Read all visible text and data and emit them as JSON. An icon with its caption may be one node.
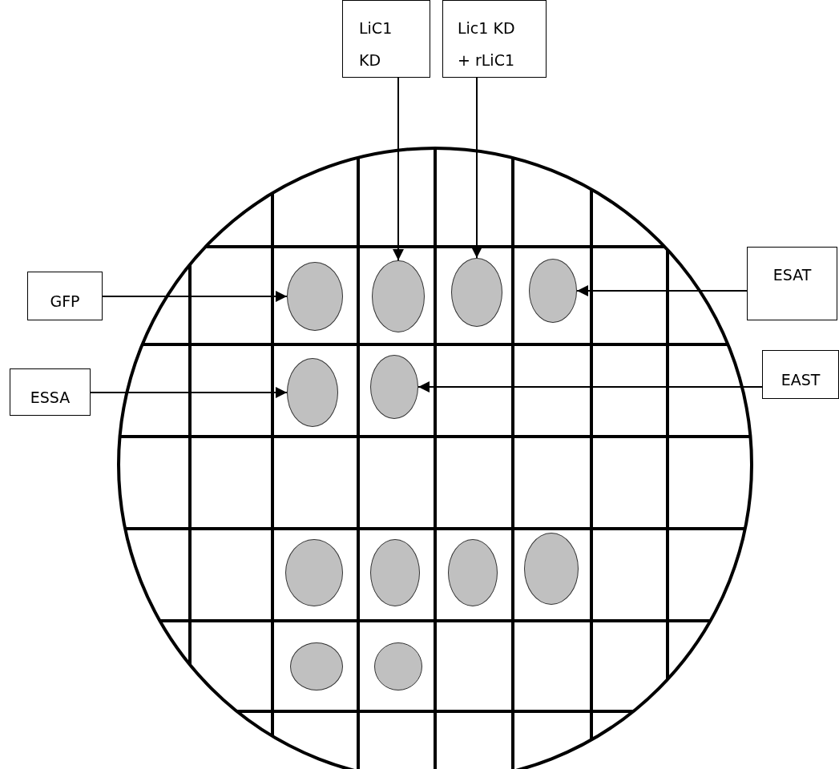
{
  "diagram": {
    "nodes": [
      {
        "text": [
          "LiC1 KD"
        ]
      },
      {
        "text": [
          "Lic1 KD + rLiC1"
        ]
      },
      {
        "text": [
          "GFP"
        ]
      },
      {
        "text": [
          "ESAT"
        ]
      },
      {
        "text": [
          "ESSA"
        ]
      },
      {
        "text": [
          "EAST"
        ]
      },
      {
        "text": [],
        "shape": "circle"
      },
      {
        "text": [],
        "shape": "circle"
      },
      {
        "text": [],
        "shape": "circle"
      },
      {
        "text": [],
        "shape": "circle"
      },
      {
        "text": [],
        "shape": "circle"
      },
      {
        "text": [],
        "shape": "circle"
      },
      {
        "text": [],
        "shape": "circle"
      },
      {
        "text": [],
        "shape": "circle"
      },
      {
        "text": [],
        "shape": "circle"
      },
      {
        "text": [],
        "shape": "circle"
      },
      {
        "text": [],
        "shape": "circle"
      },
      {
        "text": [],
        "shape": "circle"
      }
    ],
    "edges": [
      {
        "from": 0,
        "to": 7,
        "arrow": "to"
      },
      {
        "from": 1,
        "to": 8,
        "arrow": "to"
      },
      {
        "from": 2,
        "to": 6,
        "arrow": "to"
      },
      {
        "from": 3,
        "to": 9,
        "arrow": "to"
      },
      {
        "from": 4,
        "to": 10,
        "arrow": "to"
      },
      {
        "from": 5,
        "to": 11,
        "arrow": "to"
      }
    ]
  }
}
